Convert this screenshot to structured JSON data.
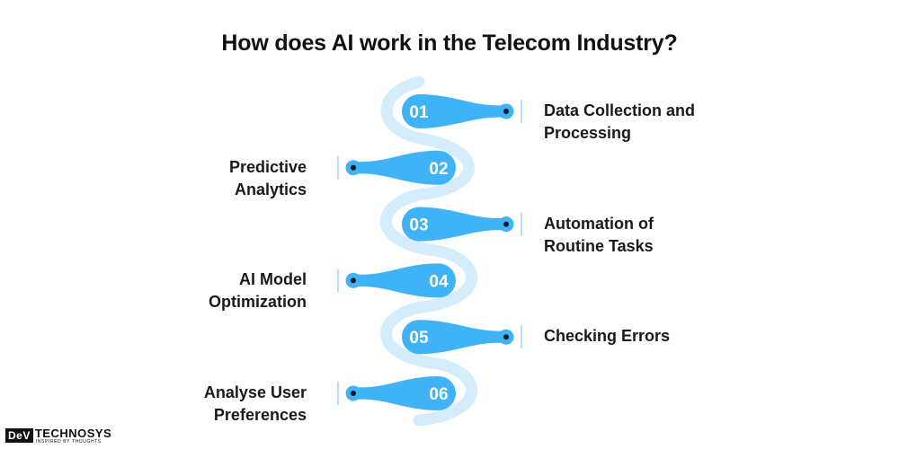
{
  "title": "How does AI work in the Telecom Industry?",
  "colors": {
    "accent": "#3fb3f5",
    "track": "#d4ecfb",
    "dot": "#0b1b2b",
    "divider": "#9cd6f7",
    "text": "#1a1a1a"
  },
  "steps": [
    {
      "number": "01",
      "side": "right",
      "lines": [
        "Data Collection and",
        "Processing"
      ]
    },
    {
      "number": "02",
      "side": "left",
      "lines": [
        "Predictive",
        "Analytics"
      ]
    },
    {
      "number": "03",
      "side": "right",
      "lines": [
        "Automation of",
        "Routine Tasks"
      ]
    },
    {
      "number": "04",
      "side": "left",
      "lines": [
        "AI Model",
        "Optimization"
      ]
    },
    {
      "number": "05",
      "side": "right",
      "lines": [
        "Checking Errors"
      ]
    },
    {
      "number": "06",
      "side": "left",
      "lines": [
        "Analyse User",
        "Preferences"
      ]
    }
  ],
  "logo": {
    "box": "DeV",
    "main": "TECHNOSYS",
    "tagline": "INSPIRED BY THOUGHTS"
  }
}
